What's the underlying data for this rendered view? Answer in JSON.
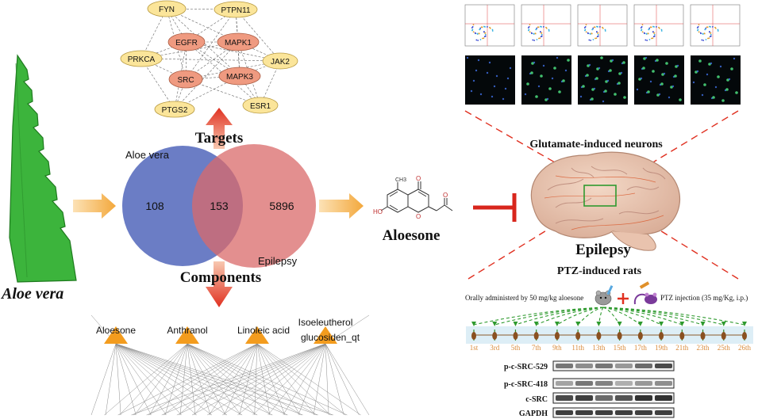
{
  "targets_network": {
    "title": "Targets",
    "core_nodes": [
      "EGFR",
      "MAPK1",
      "SRC",
      "MAPK3"
    ],
    "outer_nodes": [
      "FYN",
      "PTPN11",
      "PRKCA",
      "JAK2",
      "PTGS2",
      "ESR1"
    ]
  },
  "venn": {
    "left_set": "Aloe vera",
    "right_set": "Epilepsy",
    "left_only": "108",
    "overlap": "153",
    "right_only": "5896"
  },
  "components_network": {
    "title": "Components",
    "nodes": [
      "Aloesone",
      "Anthranol",
      "Linoleic acid"
    ],
    "last_node_lines": [
      "Isoeleutherol",
      "glucosiden_qt"
    ]
  },
  "plant_label": "Aloe vera",
  "compound": {
    "name": "Aloesone",
    "atoms": {
      "methyl": "CH3",
      "hydroxyl": "HO",
      "ring_oxygen": "O",
      "ketone_oxygen_1": "O",
      "ketone_oxygen_2": "O"
    }
  },
  "neurons": {
    "label": "Glutamate-induced neurons"
  },
  "brain": {
    "label": "Epilepsy"
  },
  "rats": {
    "label": "PTZ-induced rats",
    "dose_text": "Orally administerd by 50 mg/kg aloesone",
    "ptz_text": "PTZ injection (35 mg/Kg, i.p.)",
    "days": [
      "1st",
      "3rd",
      "5th",
      "7th",
      "9th",
      "11th",
      "13th",
      "15th",
      "17th",
      "19th",
      "21th",
      "23th",
      "25th",
      "26th"
    ]
  },
  "western_blot": {
    "bands": [
      "p-c-SRC-529",
      "p-c-SRC-418",
      "c-SRC",
      "GAPDH"
    ]
  },
  "colors": {
    "venn_left": "#5b6fbf",
    "venn_right": "#d96a6a",
    "arrow_red": "#e03020",
    "arrow_orange": "#f3b24d",
    "inhibit_red": "#d8261c",
    "plant_green": "#3cb43c",
    "core_node": "#ef9a80",
    "outer_node": "#fbe59a",
    "triangle": "#f39c1e",
    "timeline_bg": "#ddeef6",
    "rat_arrow": "#2e9a2e",
    "day_text": "#d98a3a"
  }
}
